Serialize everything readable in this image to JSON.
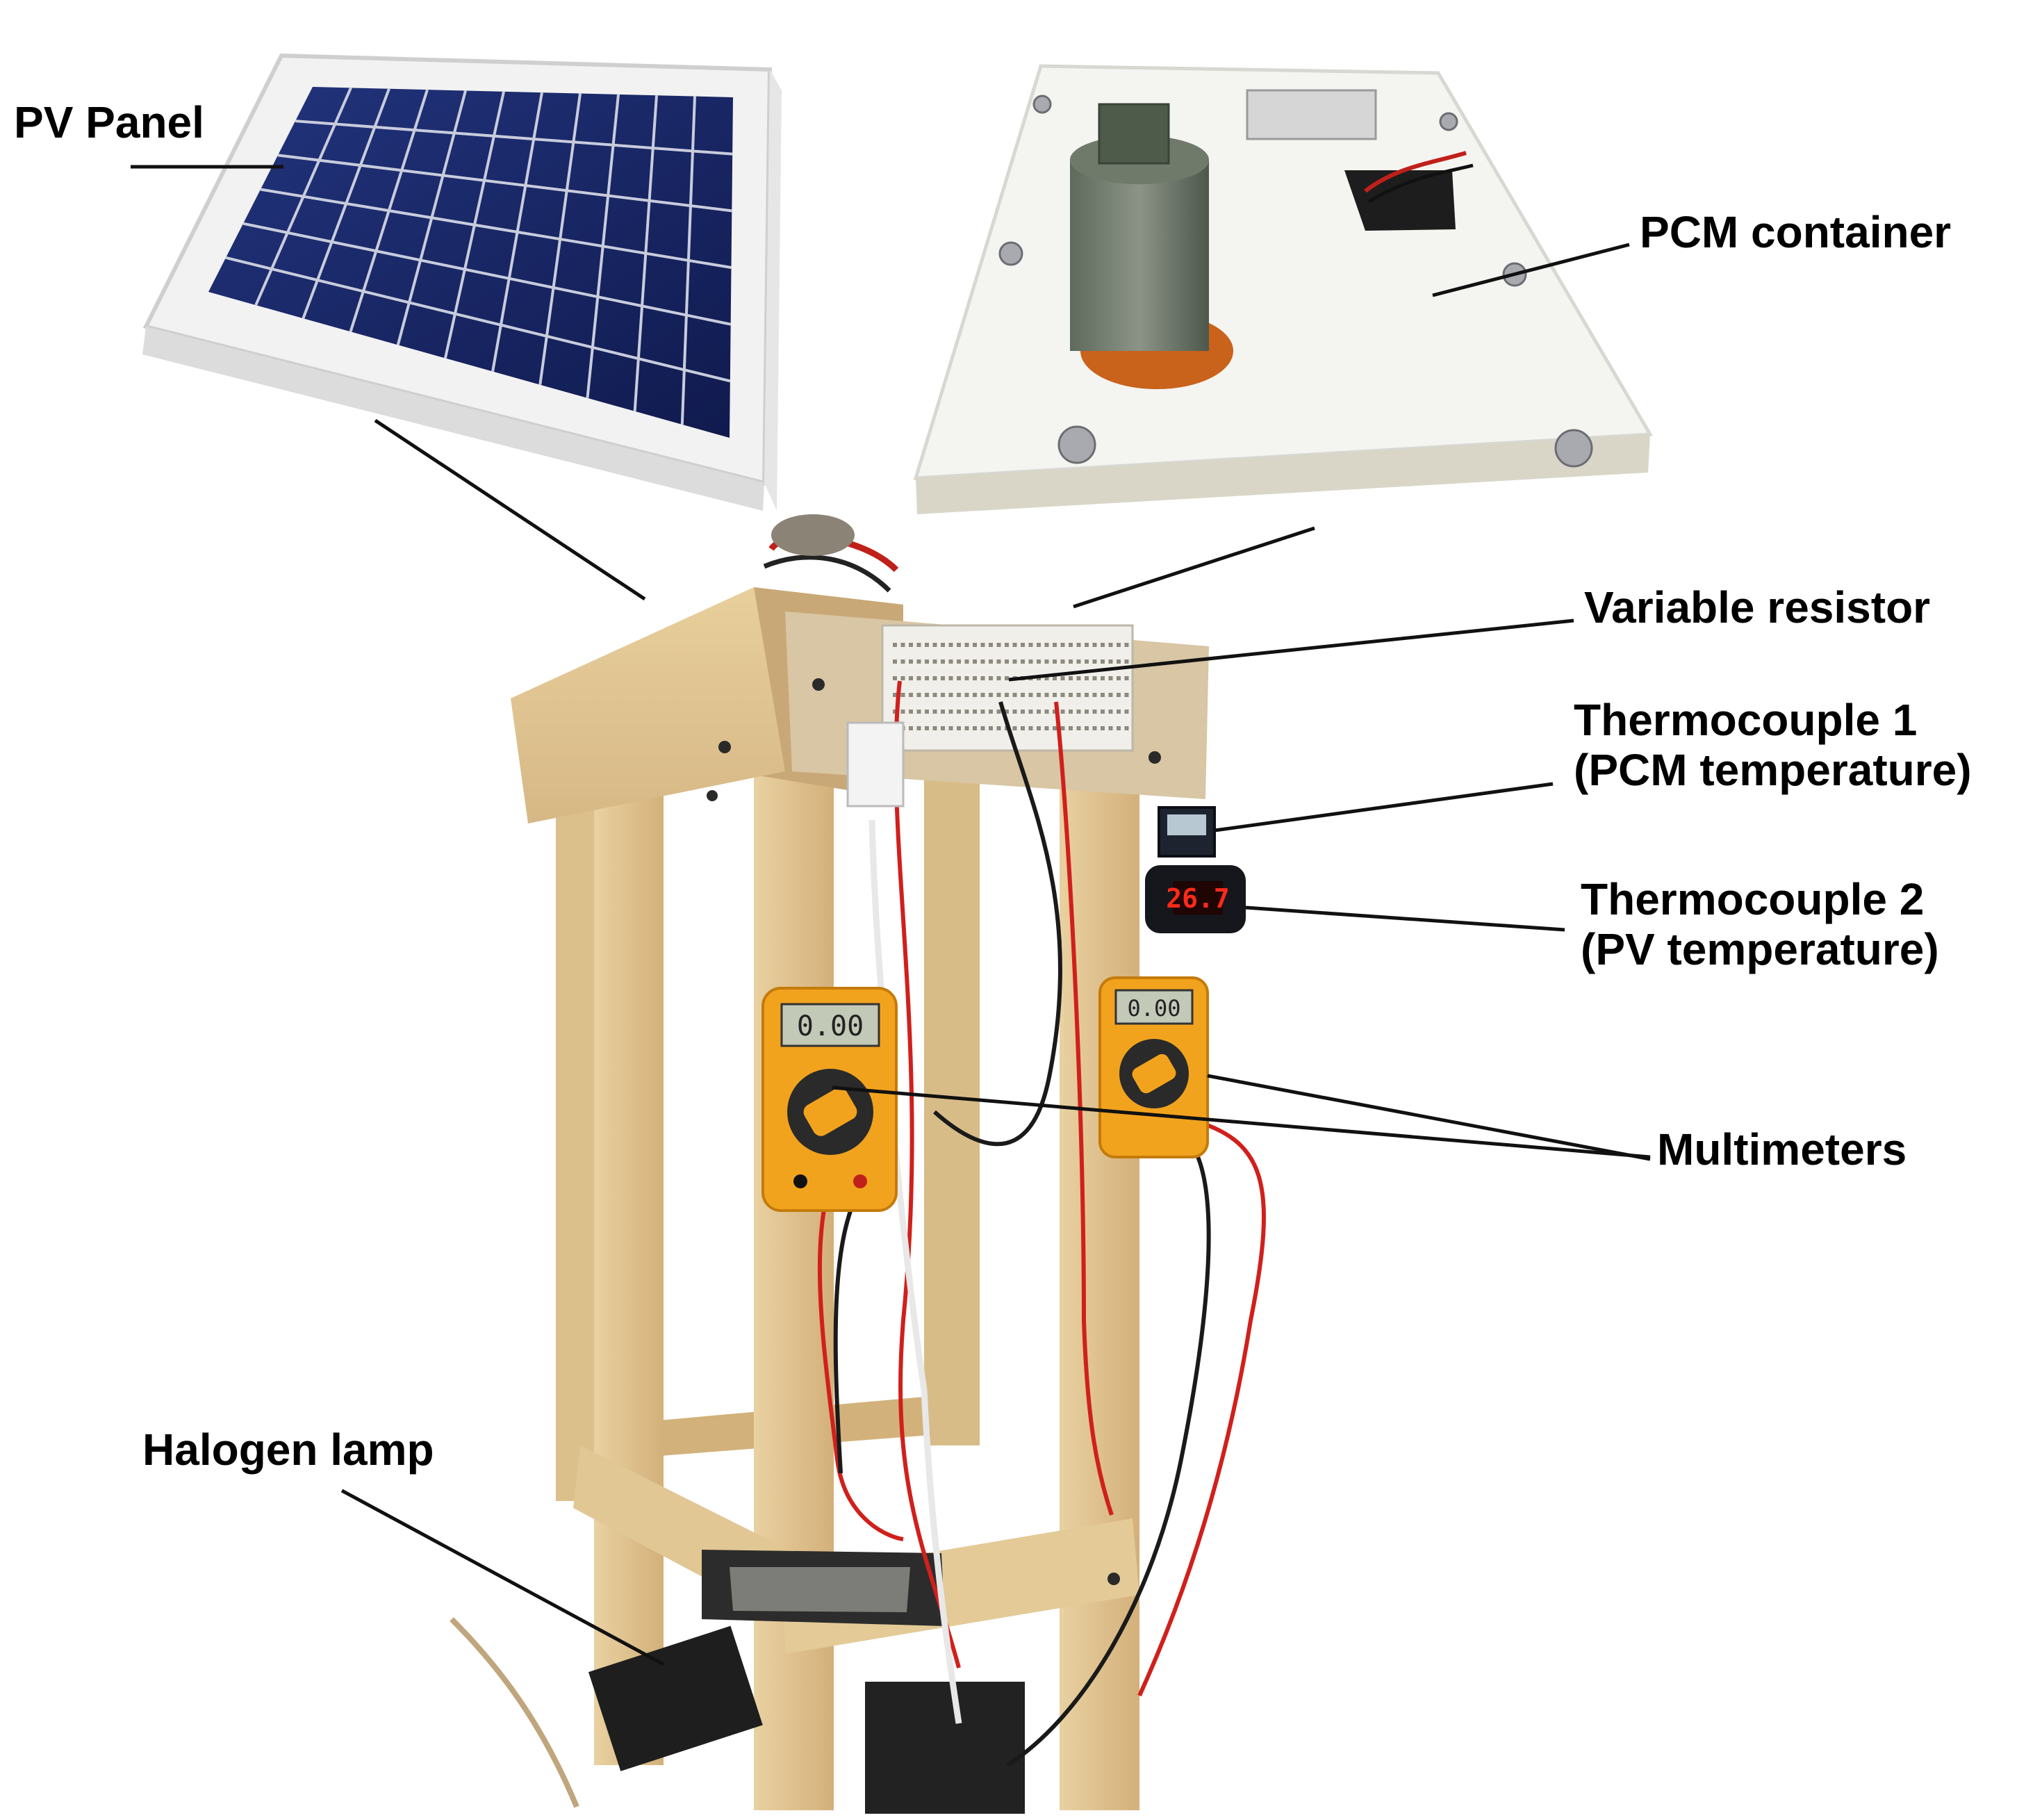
{
  "labels": {
    "pv_panel": "PV Panel",
    "pcm_container": "PCM container",
    "variable_resistor": "Variable resistor",
    "thermocouple_1": {
      "line1": "Thermocouple 1",
      "line2": "(PCM temperature)"
    },
    "thermocouple_2": {
      "line1": "Thermocouple 2",
      "line2": "(PV temperature)"
    },
    "multimeters": "Multimeters",
    "halogen_lamp": "Halogen lamp"
  },
  "displays": {
    "thermostat_reading": "26.7",
    "multimeter_left_reading": "0.00",
    "multimeter_right_reading": "0.00"
  },
  "colors": {
    "background": "#ffffff",
    "wood": "#e2c48e",
    "solar_cell": "#1a2a6c",
    "multimeter_body": "#f2a31d",
    "red_wire": "#d0201c",
    "led_digits": "#ff2a1a"
  }
}
